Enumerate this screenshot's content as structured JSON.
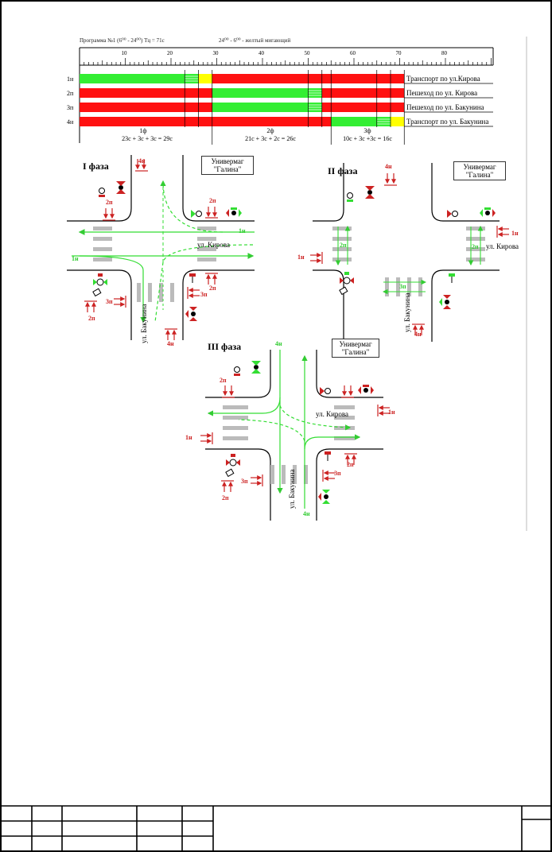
{
  "header": {
    "program": "Программа №1 (6⁰⁰ - 24⁰⁰)  Тц = 71с",
    "night": "24⁰⁰ - 6⁰⁰ - желтый мигающий"
  },
  "axis_ticks": [
    "10",
    "20",
    "30",
    "40",
    "50",
    "60",
    "70",
    "80"
  ],
  "rows": [
    {
      "id": "1н",
      "label": "Транспорт по ул.Кирова"
    },
    {
      "id": "2п",
      "label": "Пешеход по ул. Кирова"
    },
    {
      "id": "3п",
      "label": "Пешеход по ул. Бакунина"
    },
    {
      "id": "4н",
      "label": "Транспорт по ул. Бакунина"
    }
  ],
  "phases_row": [
    {
      "name": "1ф",
      "formula": "23с + 3с + 3с = 29с"
    },
    {
      "name": "2ф",
      "formula": "21с + 3с + 2с = 26с"
    },
    {
      "name": "3ф",
      "formula": "10с + 3с +3с = 16с"
    }
  ],
  "chart_data": {
    "type": "table",
    "cycle": 71,
    "rows": [
      {
        "id": "1н",
        "segments": [
          {
            "state": "green",
            "from": 0,
            "to": 23
          },
          {
            "state": "green-blink",
            "from": 23,
            "to": 26
          },
          {
            "state": "yellow",
            "from": 26,
            "to": 29
          },
          {
            "state": "red",
            "from": 29,
            "to": 71
          }
        ]
      },
      {
        "id": "2п",
        "segments": [
          {
            "state": "red",
            "from": 0,
            "to": 29
          },
          {
            "state": "green",
            "from": 29,
            "to": 50
          },
          {
            "state": "green-blink",
            "from": 50,
            "to": 53
          },
          {
            "state": "red",
            "from": 53,
            "to": 71
          }
        ]
      },
      {
        "id": "3п",
        "segments": [
          {
            "state": "red",
            "from": 0,
            "to": 29
          },
          {
            "state": "green",
            "from": 29,
            "to": 50
          },
          {
            "state": "green-blink",
            "from": 50,
            "to": 53
          },
          {
            "state": "red",
            "from": 53,
            "to": 71
          }
        ]
      },
      {
        "id": "4н",
        "segments": [
          {
            "state": "red",
            "from": 0,
            "to": 55
          },
          {
            "state": "green",
            "from": 55,
            "to": 65
          },
          {
            "state": "green-blink",
            "from": 65,
            "to": 68
          },
          {
            "state": "yellow",
            "from": 68,
            "to": 71
          }
        ]
      }
    ],
    "colors": {
      "green": "#33ee33",
      "red": "#ff1111",
      "yellow": "#ffff00"
    }
  },
  "phase1": {
    "title": "I фаза",
    "store": [
      "Универмаг",
      "\"Галина\""
    ],
    "street_h": "ул. Кирова",
    "street_v": "ул. Бакунина"
  },
  "phase2": {
    "title": "II фаза",
    "store": [
      "Универмаг",
      "\"Галина\""
    ],
    "street_h": "ул. Кирова",
    "street_v": "ул. Бакунина"
  },
  "phase3": {
    "title": "III фаза",
    "store": [
      "Универмаг",
      "\"Галина\""
    ],
    "street_h": "ул. Кирова",
    "street_v": "ул. Бакунина"
  },
  "marks": {
    "n1": "1н",
    "p2": "2п",
    "p3": "3п",
    "n4": "4н"
  }
}
